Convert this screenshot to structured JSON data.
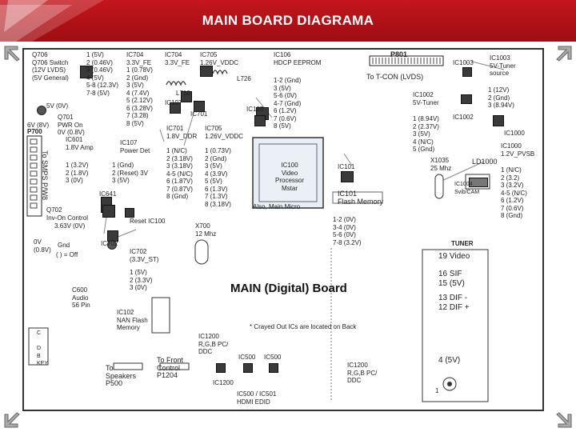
{
  "header": {
    "title": "MAIN BOARD DIAGRAMA",
    "bg_color": "#c4161c"
  },
  "board": {
    "title": "MAIN (Digital) Board",
    "q706": "Q706\nQ706 Switch\n(12V LVDS)\n(5V General)",
    "q706_pins": "1 (5V)\n2 (0.46V)\n3 (0.46V)\n4 (5V)\n5-8 (12.3V)\n7-8 (5V)",
    "ic704": "IC704\n3.3V_FE\n1 (0.78V)\n2 (Gnd)\n3 (5V)\n4 (7.4V)\n5 (2.12V)\n6 (3.28V)\n7 (3.28)\n8 (5V)",
    "ic704_top": "IC704\n3.3V_FE",
    "ic705_top": "IC705\n1.26V_VDDC",
    "ic106": "IC106\nHDCP EEPROM",
    "ic106_pins": "1-2 (Gnd)\n3 (5V)\n5-6 (0V)\n4-7 (Gnd)\n6 (1.2V)\n7 (0.6V)\n8 (5V)",
    "l726": "L726",
    "l710": "L710",
    "p801": "P801",
    "to_tcon": "To T-CON (LVDS)",
    "ic1003": "IC1003",
    "ic1003_desc": "IC1003\n5V-Tuner\nsource",
    "ic1003_pins": "1 (12V)\n2 (Gnd)\n3 (8.94V)",
    "ic1002": "IC1002\n5V-Tuner",
    "ic1002_pins": "1 (8.94V)\n2 (2.37V)\n3 (5V)\n4 (N/C)\n5 (Gnd)",
    "ic1002_lbl": "IC1002",
    "ic105": "IC105",
    "ic107": "IC107",
    "ic701": "IC701",
    "q701": "Q701\nPWR On\n0V (0.8V)",
    "q701_left": "5V (0V)",
    "q701_bot": "6V (8V)",
    "p700": "P700",
    "to_smps": "To SMPS P/W8",
    "ic601": "IC601\n1.8V Amp",
    "ic601_pins": "1 (3.2V)\n2 (1.8V)\n3 (0V)",
    "ic107b": "IC107\nPower Det",
    "ic107b_pins": "1 (Gnd)\n2 (Reset) 3V\n3 (5V)",
    "ic701b": "IC701\n1.8V_DDR",
    "ic701b_pins": "1 (N/C)\n2 (3.18V)\n3 (3.18V)\n4-5 (N/C)\n6 (1.87V)\n7 (0.87V)\n8 (Gnd)",
    "ic705b": "IC705\n1.26V_VDDC",
    "ic705b_pins": "1 (0.73V)\n2 (Gnd)\n3 (5V)\n4 (3.9V)\n5 (5V)\n6 (1.3V)\n7 (1.3V)\n8 (3.18V)",
    "ic100": "IC100\nVideo\nProcessor\nMstar",
    "ic100_note": "Also, Main Micro",
    "ic101": "IC101",
    "ic101_desc": "IC101\nFlash Memory",
    "ic101_pins": "1-2 (0V)\n3-4 (0V)\n5-6 (0V)\n7-8 (3.2V)",
    "x1035": "X1035\n25 Mhz",
    "ld1000": "LD1000",
    "ic1004": "IC1004\nSvib/CAM",
    "ic1000": "IC1000",
    "ic1000b": "IC1000\n1.2V_PVSB",
    "ic1000_pins": "1 (N/C)\n2 (3.2)\n3 (3.2V)\n4-5 (N/C)\n6 (1.2V)\n7 (0.6V)\n8 (Gnd)",
    "ic641": "IC641",
    "q702": "Q702\nInv-On Control",
    "q702_v": "3.63V (0V)",
    "reset_ic100": "Reset IC100",
    "x700": "X700\n12 Mhz",
    "gnd": "Gnd",
    "v0": "0V\n(0.8V)",
    "off": "( ) = Off",
    "ic702": "IC702",
    "ic702b": "IC702\n(3.3V_ST)",
    "ic702_pins": "1 (5V)\n2 (3.3V)\n3 (0V)",
    "c600": "C600\nAudio\n56 Pin",
    "ic102": "IC102\nNAN Flash\nMemory",
    "grayed_note": "* Crayed Out ICs are located on Back",
    "ic1200": "IC1200\nR,G,B PC/\nDDC",
    "ic1200_small": "IC1200",
    "ic500a": "IC500",
    "ic500b": "IC500",
    "ic1200b": "IC1200\nR,G,B PC/\nDDC",
    "to_speakers": "To\nSpeakers\nP500",
    "to_front": "To Front\nControl\nP1204",
    "ic500_501": "IC500 / IC501\nHDMI EDID",
    "key": "C\n\nD\nB\nKEY",
    "tuner": "TUNER",
    "tuner_pins": [
      "19 Video",
      "16 SIF",
      "15 (5V)",
      "13 DIF -",
      "12 DIF +"
    ],
    "tuner_4": "4 (5V)",
    "tuner_1": "1"
  }
}
